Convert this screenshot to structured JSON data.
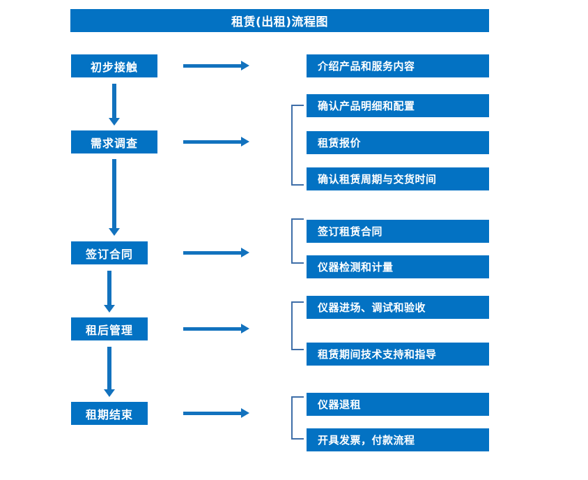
{
  "page": {
    "title": "租赁(出租)流程图",
    "accent_color": "#0372C3",
    "arrow_color": "#1272BE",
    "bracket_color": "#3E6EA8",
    "background_color": "#FFFFFF"
  },
  "stages": [
    {
      "id": "initial-contact",
      "label": "初步接触"
    },
    {
      "id": "needs-survey",
      "label": "需求调查"
    },
    {
      "id": "sign-contract",
      "label": "签订合同"
    },
    {
      "id": "post-rent-mgmt",
      "label": "租后管理"
    },
    {
      "id": "rent-end",
      "label": "租期结束"
    }
  ],
  "details": [
    {
      "id": "detail-1",
      "label": "介绍产品和服务内容"
    },
    {
      "id": "detail-2",
      "label": "确认产品明细和配置"
    },
    {
      "id": "detail-3",
      "label": "租赁报价"
    },
    {
      "id": "detail-4",
      "label": "确认租赁周期与交货时间"
    },
    {
      "id": "detail-5",
      "label": "签订租赁合同"
    },
    {
      "id": "detail-6",
      "label": "仪器检测和计量"
    },
    {
      "id": "detail-7",
      "label": "仪器进场、调试和验收"
    },
    {
      "id": "detail-8",
      "label": "租赁期间技术支持和指导"
    },
    {
      "id": "detail-9",
      "label": "仪器退租"
    },
    {
      "id": "detail-10",
      "label": "开具发票，付款流程"
    }
  ],
  "connections": {
    "horizontal_arrow_count": 5,
    "vertical_arrow_count": 4,
    "bracket_count": 4
  }
}
